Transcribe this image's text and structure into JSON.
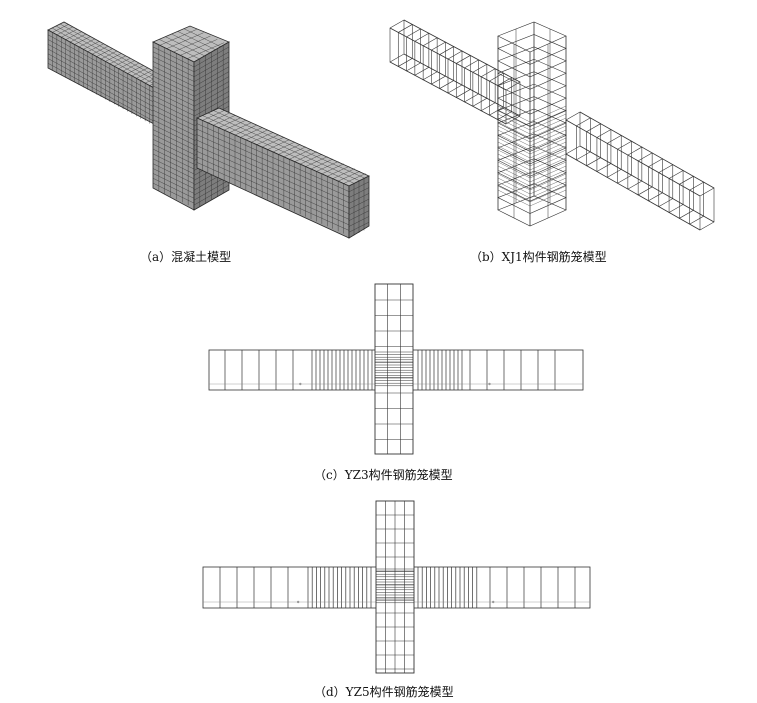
{
  "figures": [
    {
      "id": "a",
      "caption": "（a）混凝土模型"
    },
    {
      "id": "b",
      "caption": "（b）XJ1构件钢筋笼模型"
    },
    {
      "id": "c",
      "caption": "（c）YZ3构件钢筋笼模型"
    },
    {
      "id": "d",
      "caption": "（d）YZ5构件钢筋笼模型"
    }
  ],
  "colors": {
    "concrete_top": "#bdbdbd",
    "concrete_front": "#9a9a9a",
    "concrete_side": "#7d7d7d",
    "mesh_line": "#2a2a2a",
    "wire_line": "#333333"
  }
}
